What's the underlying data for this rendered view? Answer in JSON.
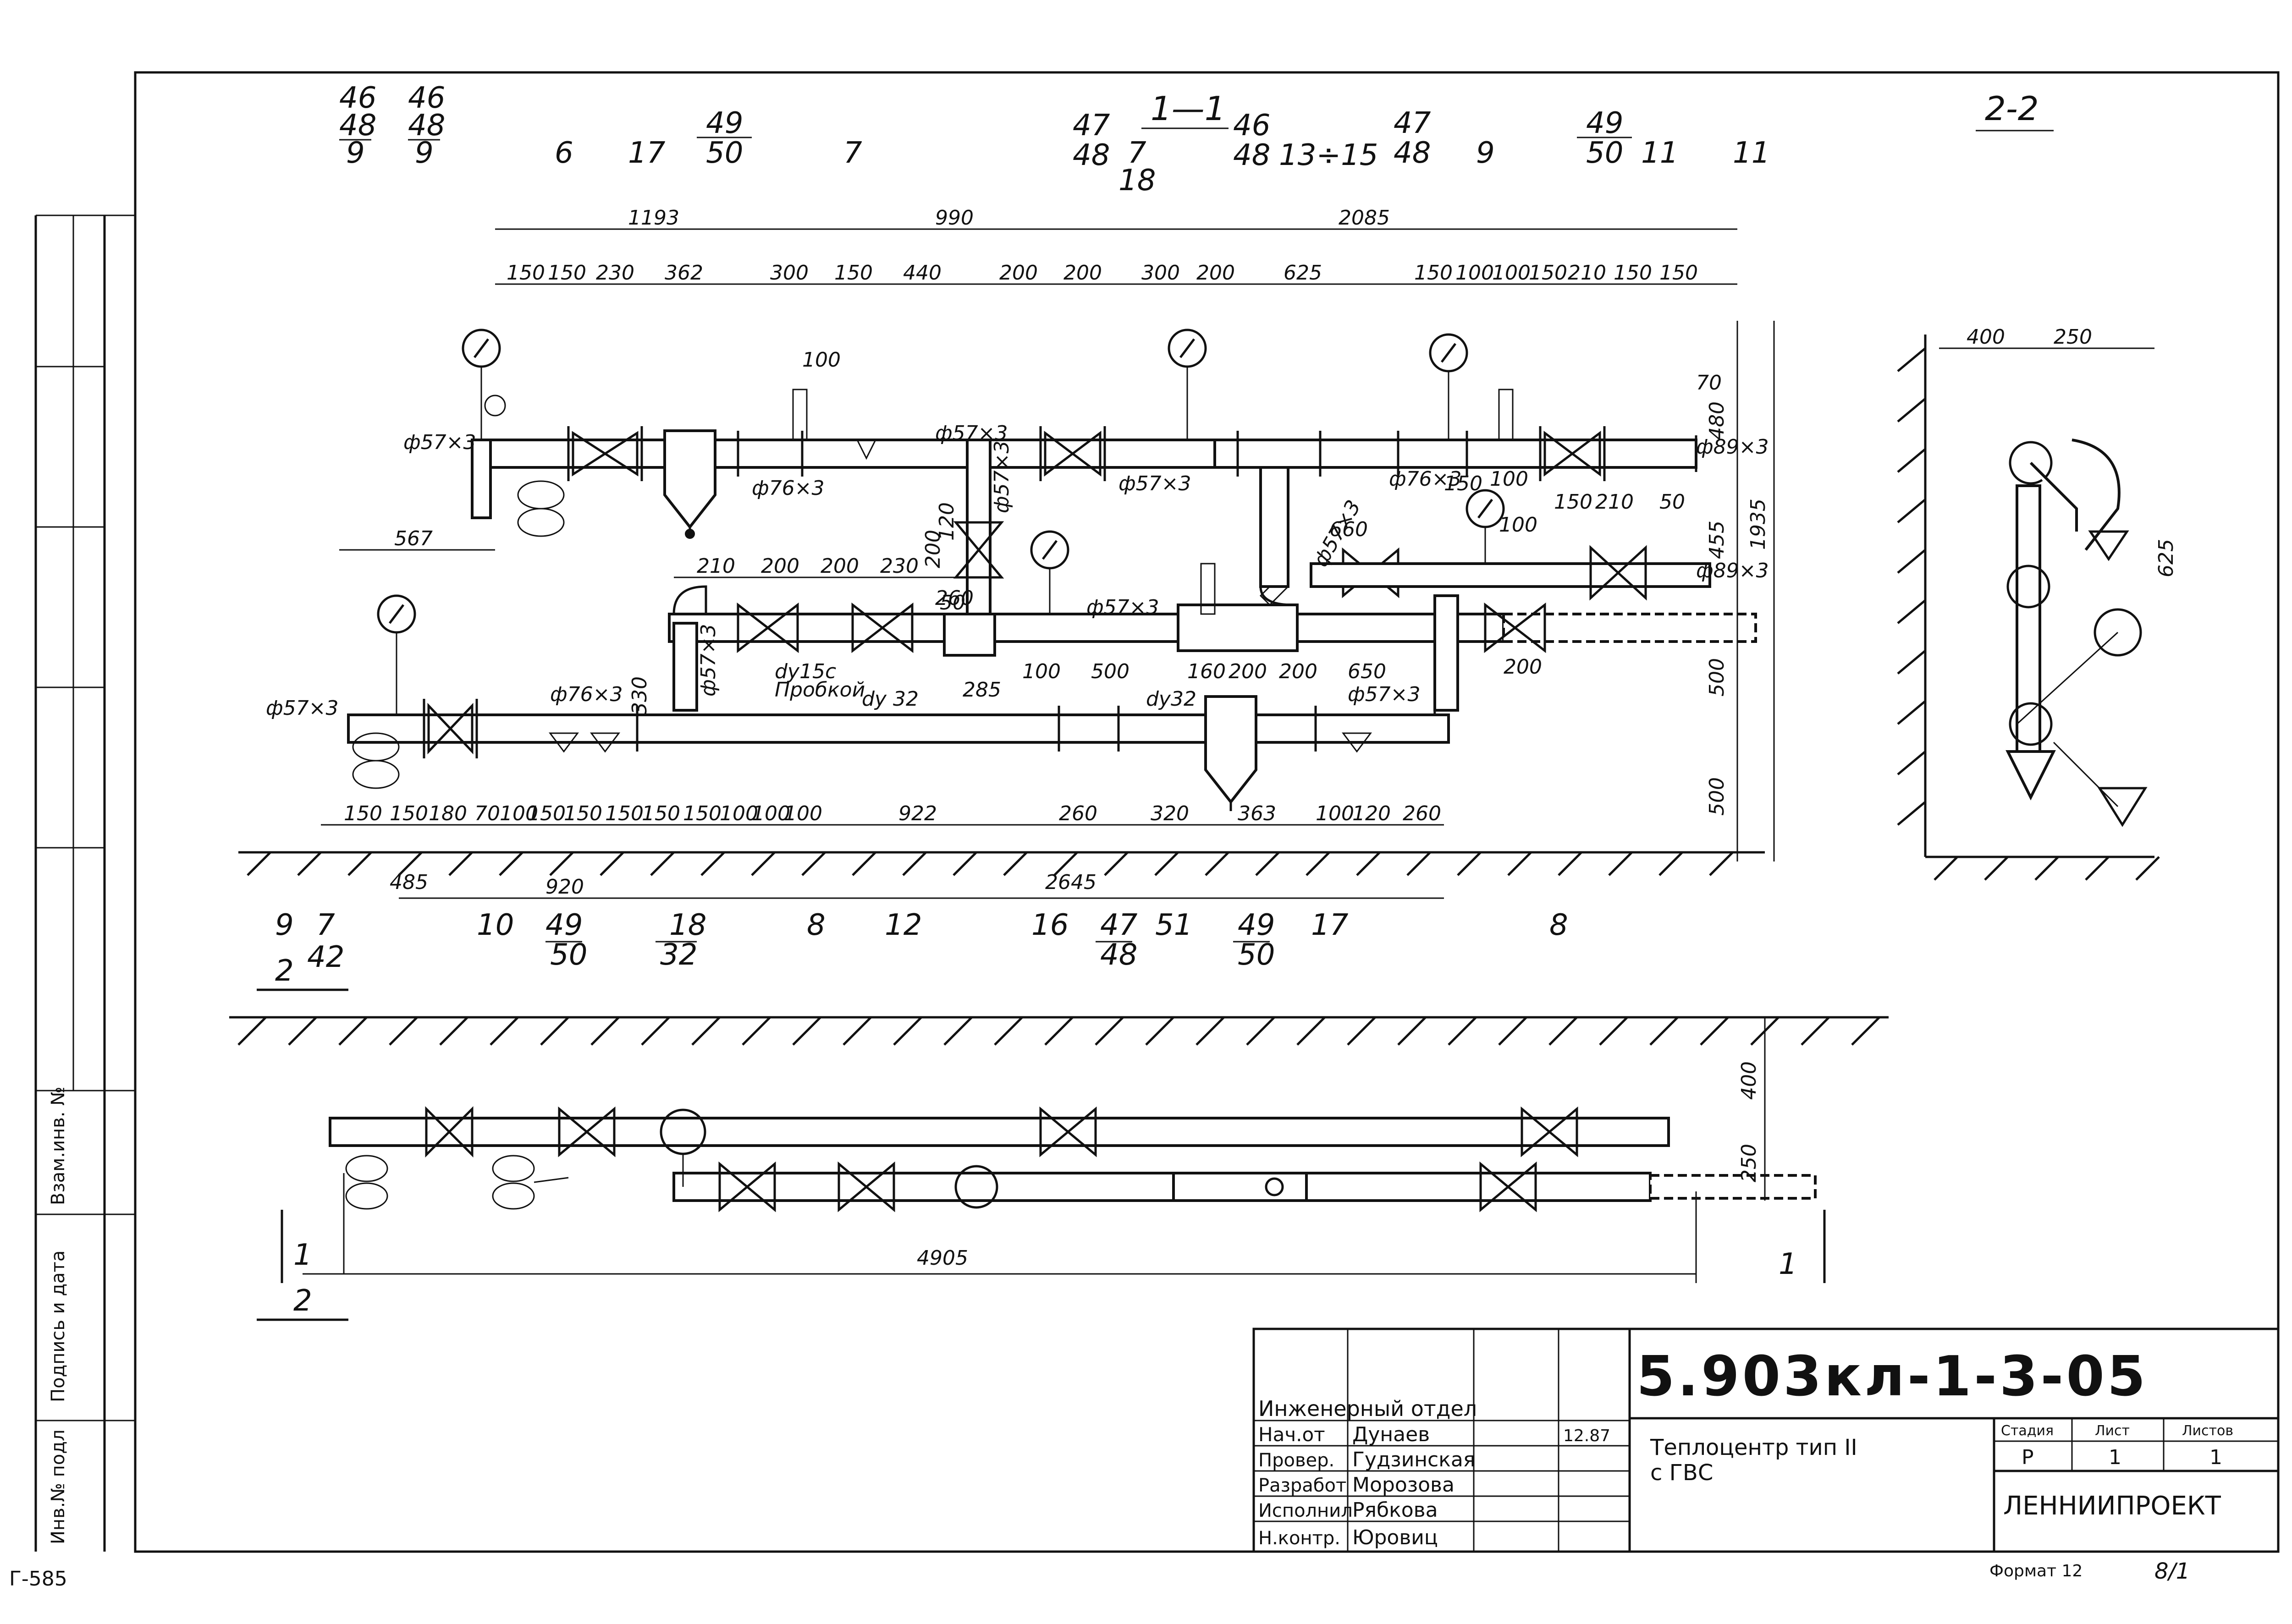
{
  "sheet": {
    "side_left_number": "Г-585",
    "format_label": "Формат 12",
    "corner_mark": "8/1",
    "side_stamps": {
      "inv_podl": "Инв.№ подл",
      "podpis_data": "Подпись и дата",
      "vzam_inv": "Взам.инв. №"
    }
  },
  "views": {
    "section_1_1": "1—1",
    "section_2_2": "2-2",
    "cut_1_left": "1",
    "cut_1_right": "1",
    "cut_2_top": "2",
    "cut_2_bottom": "2"
  },
  "dims_top": {
    "d1193": "1193",
    "d990": "990",
    "d2085": "2085",
    "seg": [
      "150",
      "150",
      "230",
      "362",
      "300",
      "150",
      "440",
      "200",
      "200",
      "300",
      "200",
      "625",
      "150",
      "100",
      "100",
      "150",
      "210",
      "150",
      "150"
    ],
    "d100a": "100",
    "d70": "70",
    "d480": "480",
    "d455": "455",
    "d1935": "1935",
    "d500a": "500",
    "d500b": "500",
    "d660": "660",
    "d150b": "150",
    "d150c": "150",
    "d210": "210",
    "d120": "120",
    "d200v": "200",
    "d100b": "100",
    "d100c": "100",
    "d50": "50"
  },
  "dims_mid": {
    "d567": "567",
    "seg": [
      "210",
      "200",
      "200",
      "230",
      "260"
    ],
    "d330": "330",
    "d100": "100",
    "d500": "500",
    "d160": "160",
    "d200a": "200",
    "d200b": "200",
    "d650": "650",
    "d200c": "200",
    "d285": "285",
    "d50": "50"
  },
  "dims_bottom": {
    "seg": [
      "150",
      "150",
      "180",
      "70",
      "100",
      "150",
      "150",
      "150",
      "150",
      "150",
      "100",
      "100",
      "100",
      "922",
      "260",
      "320",
      "363",
      "100",
      "120",
      "260"
    ],
    "d485": "485",
    "d920": "920",
    "d2645": "2645"
  },
  "dims_plan": {
    "d4905": "4905",
    "d400": "400",
    "d250": "250"
  },
  "dims_side": {
    "d400": "400",
    "d250": "250",
    "d625": "625"
  },
  "pipes": {
    "p1": "ф57×3",
    "p2": "ф76×3",
    "p3": "ф57×3",
    "p4": "ф57×3",
    "p5": "ф89×3",
    "p6": "ф89×3",
    "p7": "ф57×3",
    "p8": "ф76×3",
    "p9": "ф57×3",
    "p10": "ф57×3",
    "p11": "ф57×3",
    "p12": "ф57×3",
    "p13": "ф57×3",
    "p14": "ф76×3",
    "dy15": "dy15c",
    "probk": "Пробкой",
    "dy32a": "dy 32",
    "dy32b": "dy32"
  },
  "callouts_top": {
    "c46a": "46",
    "c48a": "48",
    "c9a": "9",
    "c46b": "46",
    "c48b": "48",
    "c9b": "9",
    "c6": "6",
    "c17": "17",
    "c49": "49",
    "c50": "50",
    "c7": "7",
    "c47": "47",
    "c48c": "48",
    "c7b": "7",
    "c18": "18",
    "c46c": "46",
    "c48d": "48",
    "c1315": "13÷15",
    "c47b": "47",
    "c48e": "48",
    "c9c": "9",
    "c49b": "49",
    "c50b": "50",
    "c11a": "11",
    "c11b": "11"
  },
  "callouts_bottom": {
    "c9": "9",
    "c7": "7",
    "c42": "42",
    "c10": "10",
    "c49": "49",
    "c50": "50",
    "c18": "18",
    "c32": "32",
    "c8": "8",
    "c12": "12",
    "c16": "16",
    "c47": "47",
    "c48": "48",
    "c51": "51",
    "c49b": "49",
    "c50b": "50",
    "c17": "17",
    "c8b": "8"
  },
  "title_block": {
    "code": "5.903кл-1-3-05",
    "title_line1": "Теплоцентр тип II",
    "title_line2": "с ГВС",
    "dept": "Инженерный отдел",
    "date": "12.87",
    "roles": [
      "Нач.от",
      "Провер.",
      "Разработ",
      "Исполнил",
      "Н.контр."
    ],
    "names": [
      "Дунаев",
      "Гудзинская",
      "Морозова",
      "Рябкова",
      "Юровиц"
    ],
    "stage_h": "Стадия",
    "sheet_h": "Лист",
    "sheets_h": "Листов",
    "stage": "Р",
    "sheet": "1",
    "sheets": "1",
    "org": "ЛЕННИИПРОЕКТ"
  }
}
